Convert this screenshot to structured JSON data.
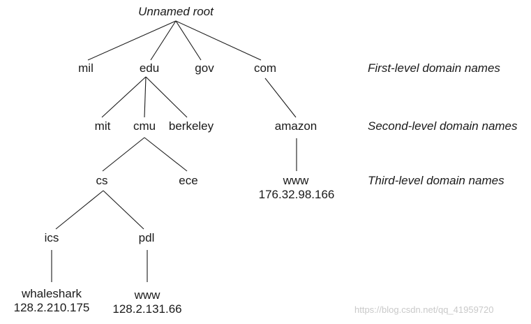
{
  "root": {
    "label": "Unnamed root"
  },
  "level_labels": {
    "first": "First-level domain names",
    "second": "Second-level domain names",
    "third": "Third-level domain names"
  },
  "first_level": {
    "mil": "mil",
    "edu": "edu",
    "gov": "gov",
    "com": "com"
  },
  "second_level": {
    "mit": "mit",
    "cmu": "cmu",
    "berkeley": "berkeley",
    "amazon": "amazon"
  },
  "third_level": {
    "cs": "cs",
    "ece": "ece",
    "www_amazon": "www",
    "www_amazon_ip": "176.32.98.166"
  },
  "fourth_level": {
    "ics": "ics",
    "pdl": "pdl"
  },
  "hosts": {
    "whaleshark": "whaleshark",
    "whaleshark_ip": "128.2.210.175",
    "www_pdl": "www",
    "www_pdl_ip": "128.2.131.66"
  },
  "watermark": "https://blog.csdn.net/qq_41959720"
}
